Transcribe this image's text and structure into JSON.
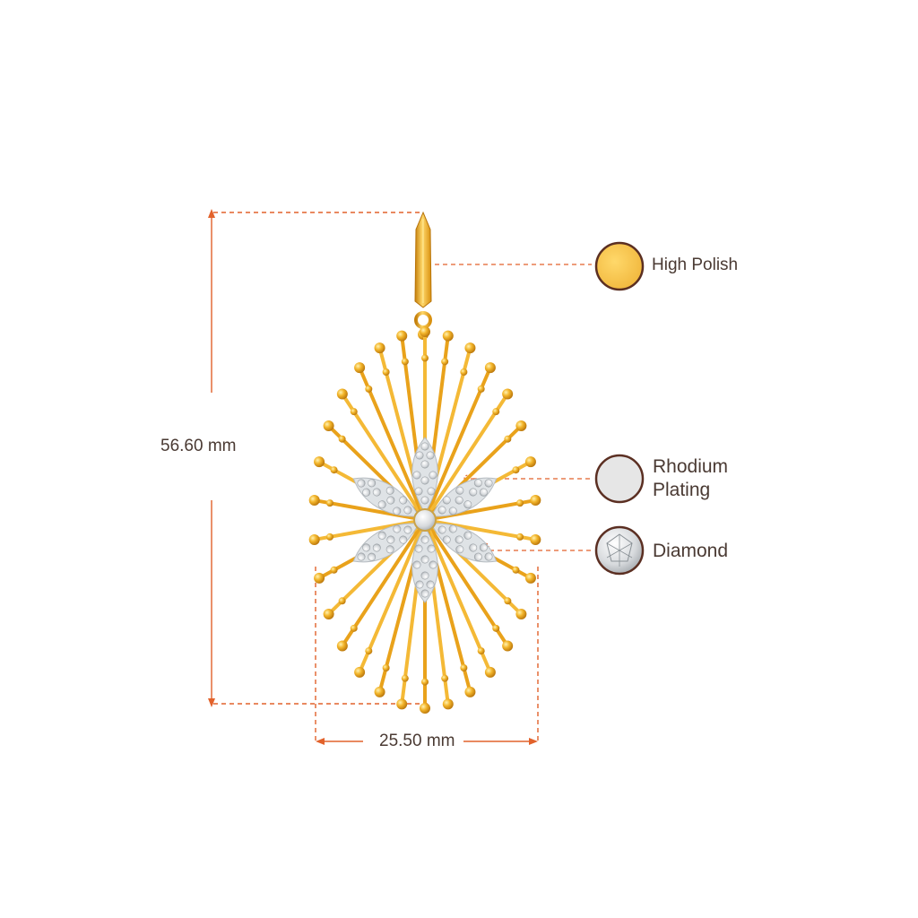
{
  "dimensions": {
    "height_label": "56.60 mm",
    "width_label": "25.50 mm"
  },
  "materials": [
    {
      "label": "High Polish",
      "icon": "gold-swatch-icon",
      "swatch_color": "#f6c545"
    },
    {
      "label": "Rhodium\nPlating",
      "icon": "rhodium-swatch-icon",
      "swatch_color": "#e6e6e6"
    },
    {
      "label": "Diamond",
      "icon": "diamond-icon",
      "swatch_color": "#d9dde0"
    }
  ],
  "colors": {
    "dimension_line": "#e2622b",
    "callout_outline": "#5b2f22",
    "gold": "#f0a81c",
    "gold_light": "#ffd86a",
    "gold_dark": "#c47f0a",
    "diamond": "#eef1f3"
  }
}
